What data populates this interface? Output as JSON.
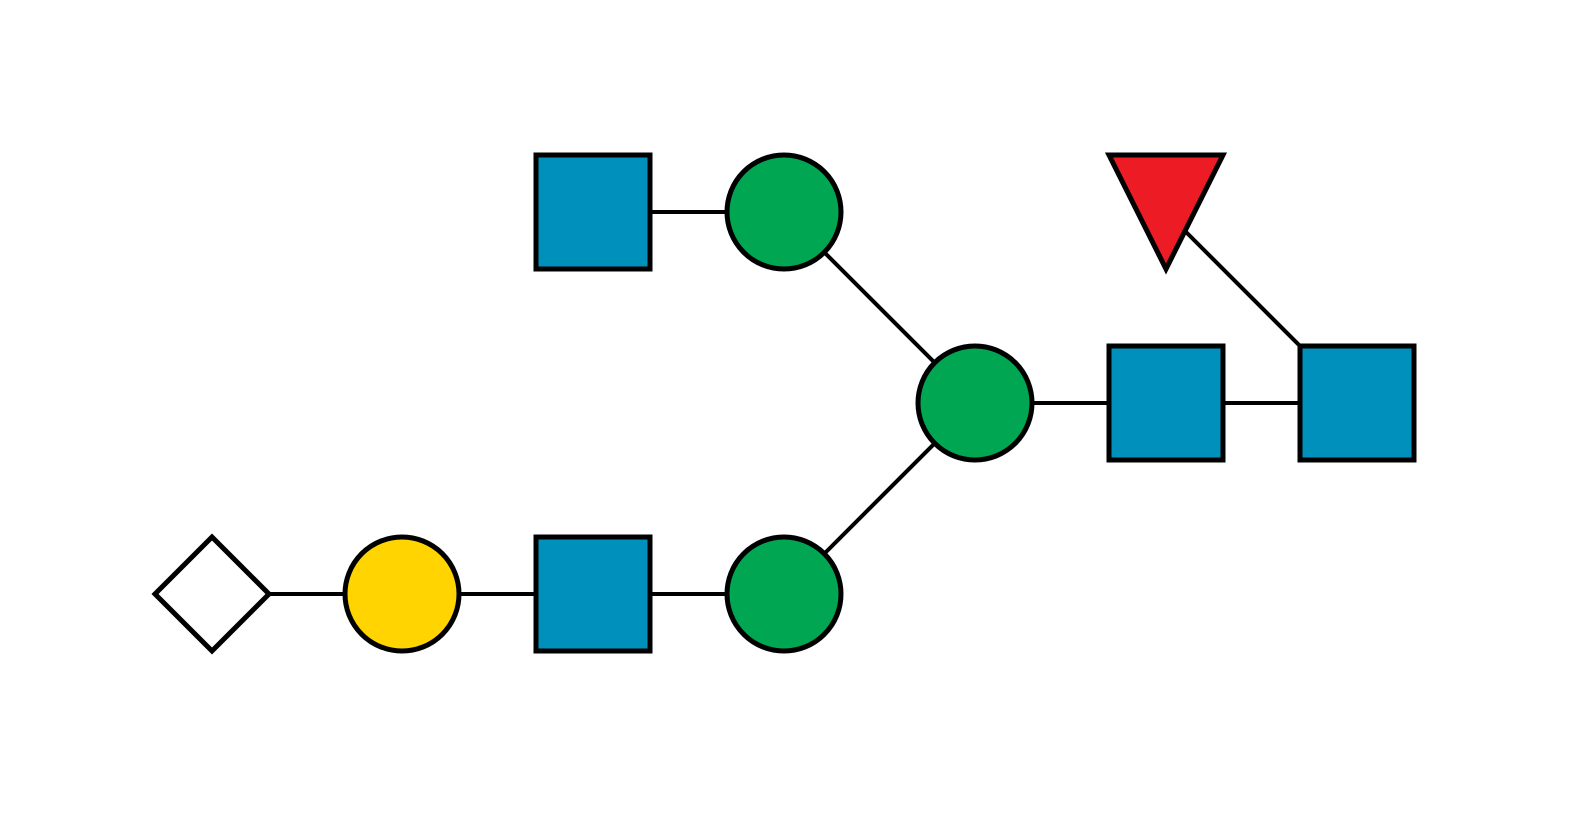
{
  "colors": {
    "background": "#ffffff",
    "outline": "#000000",
    "glcnac_square": "#0090BC",
    "mannose_circle": "#00A651",
    "galactose_circle": "#FFD400",
    "fucose_triangle": "#ED1C24",
    "sialic_diamond": "#FFFFFF"
  },
  "residues": [
    {
      "id": "glcnac-root",
      "shape": "square",
      "color": "#0090BC",
      "icon": "blue-square-icon"
    },
    {
      "id": "glcnac-core",
      "shape": "square",
      "color": "#0090BC",
      "icon": "blue-square-icon"
    },
    {
      "id": "mannose-core",
      "shape": "circle",
      "color": "#00A651",
      "icon": "green-circle-icon"
    },
    {
      "id": "mannose-upper",
      "shape": "circle",
      "color": "#00A651",
      "icon": "green-circle-icon"
    },
    {
      "id": "mannose-lower",
      "shape": "circle",
      "color": "#00A651",
      "icon": "green-circle-icon"
    },
    {
      "id": "glcnac-upper",
      "shape": "square",
      "color": "#0090BC",
      "icon": "blue-square-icon"
    },
    {
      "id": "glcnac-lower",
      "shape": "square",
      "color": "#0090BC",
      "icon": "blue-square-icon"
    },
    {
      "id": "galactose-lower",
      "shape": "circle",
      "color": "#FFD400",
      "icon": "yellow-circle-icon"
    },
    {
      "id": "terminal-diamond",
      "shape": "diamond",
      "color": "#FFFFFF",
      "icon": "white-diamond-icon"
    },
    {
      "id": "fucose",
      "shape": "triangle",
      "color": "#ED1C24",
      "icon": "red-triangle-icon"
    }
  ],
  "links": [
    {
      "from": "glcnac-root",
      "to": "glcnac-core"
    },
    {
      "from": "glcnac-root",
      "to": "fucose"
    },
    {
      "from": "glcnac-core",
      "to": "mannose-core"
    },
    {
      "from": "mannose-core",
      "to": "mannose-upper"
    },
    {
      "from": "mannose-core",
      "to": "mannose-lower"
    },
    {
      "from": "mannose-upper",
      "to": "glcnac-upper"
    },
    {
      "from": "mannose-lower",
      "to": "glcnac-lower"
    },
    {
      "from": "glcnac-lower",
      "to": "galactose-lower"
    },
    {
      "from": "galactose-lower",
      "to": "terminal-diamond"
    }
  ]
}
